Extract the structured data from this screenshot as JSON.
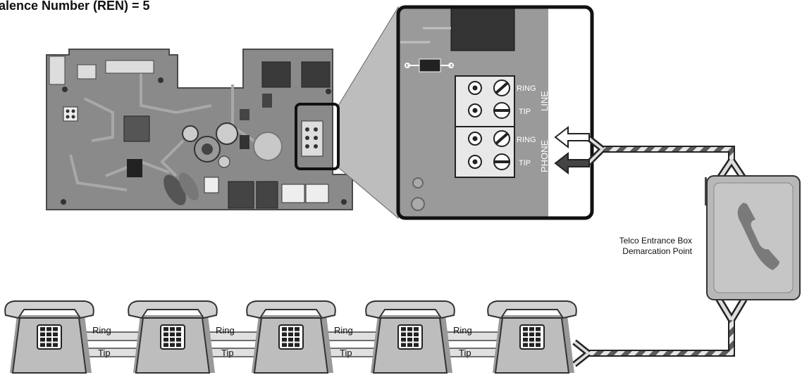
{
  "title": "alence Number (REN) = 5",
  "terminal": {
    "line_label": "LINE",
    "phone_label": "PHONE",
    "ring_label": "RING",
    "tip_label": "TIP"
  },
  "entrance_box": {
    "line1": "Telco Entrance Box",
    "line2": "Demarcation Point"
  },
  "chain": {
    "ring_label": "Ring",
    "tip_label": "Tip",
    "phone_count": 5
  },
  "colors": {
    "board": "#8c8c8c",
    "board_dark": "#6a6a6a",
    "panel": "#9a9a9a",
    "phone_body": "#bdbdbd",
    "wire_stripe": "#6e6e6e",
    "box": "#b8b8b8"
  }
}
